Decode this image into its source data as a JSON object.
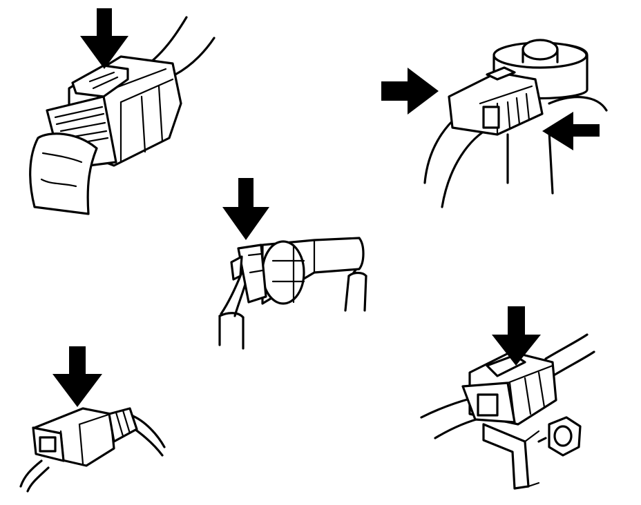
{
  "illustration": {
    "panels": [
      {
        "id": "top-left",
        "subject": "connector-with-boot",
        "arrow": "down"
      },
      {
        "id": "top-right",
        "subject": "sensor-connector",
        "arrow": "pinch-left-right"
      },
      {
        "id": "center",
        "subject": "inline-connector",
        "arrow": "down"
      },
      {
        "id": "bottom-left",
        "subject": "two-pin-connector",
        "arrow": "down"
      },
      {
        "id": "bottom-right",
        "subject": "bracket-connector",
        "arrow": "down"
      }
    ],
    "colors": {
      "ink": "#000000",
      "paper": "#ffffff"
    },
    "icons": [
      "down-arrow-icon",
      "right-arrow-icon",
      "left-arrow-icon"
    ]
  }
}
